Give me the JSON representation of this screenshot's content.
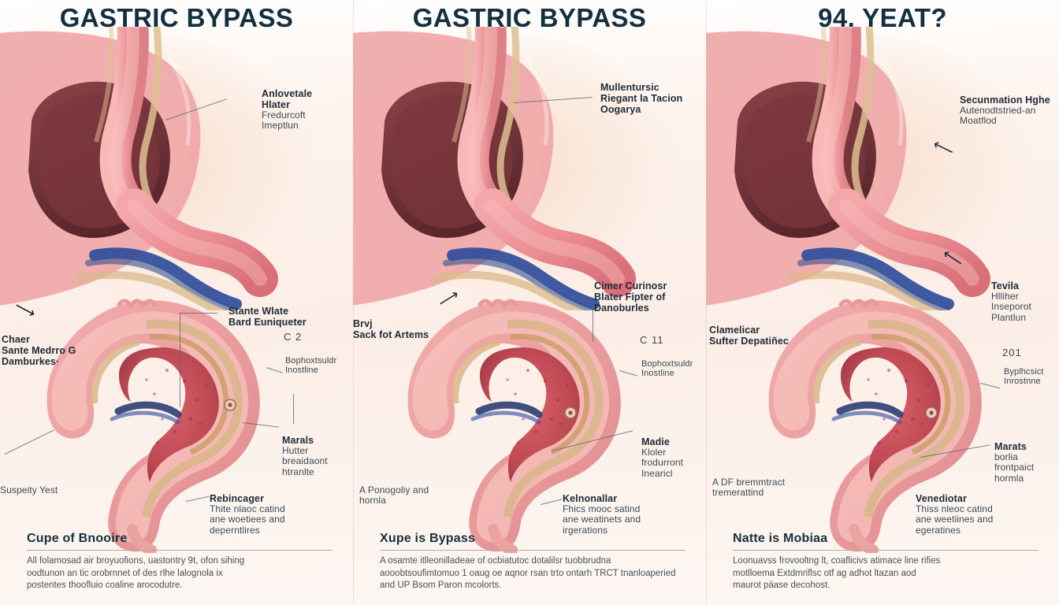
{
  "image": {
    "kind": "medical-illustration",
    "subject": "gastric bypass anatomy diagram",
    "panel_count": 3,
    "palette": {
      "title_navy": "#12303f",
      "tissue_pink": "#ef9a9e",
      "tissue_deep": "#8d4a4f",
      "mucosa_red": "#c9575d",
      "serosa_tan": "#d9b98c",
      "vein_blue": "#3b57a4",
      "background": "#fdf6f2",
      "label_text": "#3c4a56",
      "rule_line": "#b9a8a4"
    }
  },
  "panels": [
    {
      "title": "GASTRIC BYPASS",
      "labels": {
        "top_right": {
          "head": "Anlovetale\nHlater",
          "body": "Fredurcoft\nImeptlun"
        },
        "left_lower": {
          "head": "Chaer\nSante Medrro G\nDamburkes·",
          "body": ""
        },
        "left_edge": {
          "head": "",
          "body": "Suspeity Yest"
        },
        "mid_upper": {
          "head": "Stante Wlate\nBard Euniqueter",
          "body": ""
        },
        "code": "C 2",
        "mid_code_body": {
          "head": "",
          "body": "Bophoxtsuldr\nInostline"
        },
        "mid_right": {
          "head": "Marals",
          "body": "Hutter\nbreaidaont\nhtranlte"
        },
        "low_right": {
          "head": "Rebincager",
          "body": "Thite nlaoc catind\nane woetiees and\ndeperntlires"
        }
      },
      "caption": {
        "heading": "Cupe of Bnooire",
        "lines": [
          "All folamosad air broyuofions, uastontry 9t, ofon sihing",
          "oodtunon an tic orobrnnet of des rlhe lalognola ix",
          "postentes thoofluio coaline arocodutre."
        ]
      }
    },
    {
      "title": "GASTRIC BYPASS",
      "labels": {
        "top_right": {
          "head": "Mullentursic\nRiegant la Tacion\nOogarya",
          "body": ""
        },
        "mid_left": {
          "head": "Brvj\nSack fot Artems",
          "body": ""
        },
        "mid_right": {
          "head": "Cimer Curinosr\nBlater Fipter of\nDanoburles",
          "body": ""
        },
        "code": "C 11",
        "mid_code_body": {
          "head": "",
          "body": "Bophoxtsuldr\nInostline"
        },
        "low_left": {
          "head": "",
          "body": "A Ponogoliy and\nhornla"
        },
        "mid_right_2": {
          "head": "Madie",
          "body": "Kloler\nfrodurront\nInearicl"
        },
        "low_right": {
          "head": "Kelnonallar",
          "body": "Fhics mooc satind\nane weatinets and\nirgerations"
        }
      },
      "caption": {
        "heading": "Xupe is Bypass",
        "lines": [
          "A osamte itlleonilladeae of ocbiatutoc dotalilsr tuobbrudna",
          "aooobtsoufimtomuo 1 oaug oe aqnor rsan trto ontarh TRCT tnanloaperied",
          "and UP Bsom Paron mcolorts."
        ]
      }
    },
    {
      "title": "94. YEAT?",
      "labels": {
        "top_right": {
          "head": "Secunmation Hghe",
          "body": "Autenodtstried-an\nMoatflod"
        },
        "mid_right": {
          "head": "Tevila",
          "body": "Hlliher\nInseporot\nPlantlun"
        },
        "mid_left": {
          "head": "Clamelicar\nSufter Depatiñec",
          "body": ""
        },
        "code": "201",
        "mid_code_body": {
          "head": "",
          "body": "Byplhcsict\nInrostnne"
        },
        "low_left": {
          "head": "",
          "body": "A DF bremmtract\ntremerattind"
        },
        "mid_right_2": {
          "head": "Marats",
          "body": "borlia\nfrontpaict\nhormla"
        },
        "low_right": {
          "head": "Venediotar",
          "body": "Thiss nleoc catind\nane weetiines and\negeratines"
        }
      },
      "caption": {
        "heading": "Natte is Mobiaa",
        "lines": [
          "Loonuavss frovooltng lt, coaflicivs atimace line rifies",
          "motlloema Extdmriflsc otf ag adhot ltazan aod",
          "maurot päase decohost."
        ]
      }
    }
  ]
}
